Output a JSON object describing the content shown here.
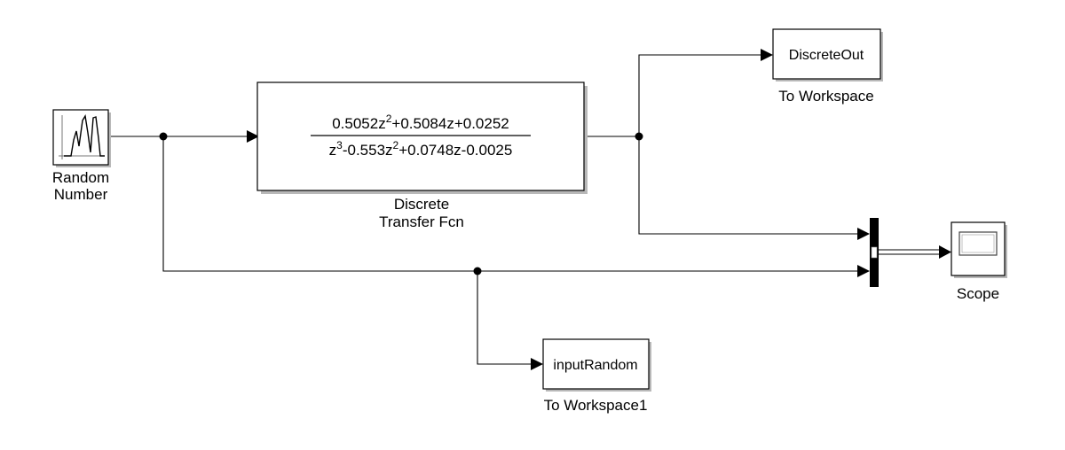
{
  "blocks": {
    "random_number": {
      "label_line1": "Random",
      "label_line2": "Number"
    },
    "transfer_fcn": {
      "numerator_parts": [
        "0.5052z",
        "2",
        "+0.5084z+0.0252"
      ],
      "denominator_parts": [
        "z",
        "3",
        "-0.553z",
        "2",
        "+0.0748z-0.0025"
      ],
      "label_line1": "Discrete",
      "label_line2": "Transfer Fcn"
    },
    "discrete_out": {
      "variable": "DiscreteOut",
      "label": "To Workspace"
    },
    "input_random": {
      "variable": "inputRandom",
      "label": "To Workspace1"
    },
    "scope": {
      "label": "Scope"
    }
  }
}
